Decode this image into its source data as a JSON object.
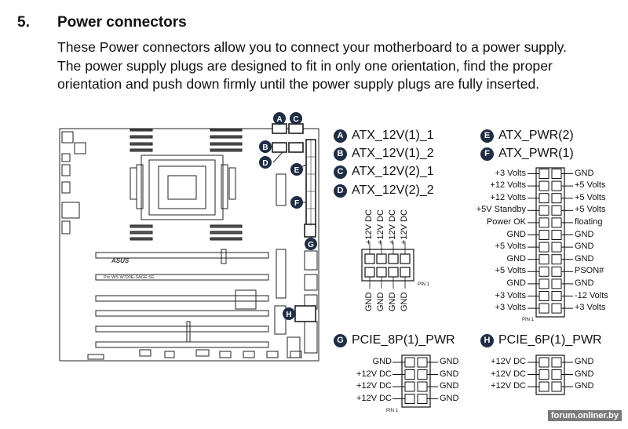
{
  "section": {
    "number": "5.",
    "title": "Power connectors",
    "paragraph": [
      "These Power connectors allow you to connect your motherboard to a power supply.",
      "The power supply plugs are designed to fit in only one orientation, find the proper",
      "orientation and push down firmly until the power supply plugs are fully inserted."
    ]
  },
  "board": {
    "brand": "ASUS",
    "model": "Pro WS W790E-SAGE SE",
    "callouts": [
      "A",
      "B",
      "C",
      "D",
      "E",
      "F",
      "G",
      "H"
    ]
  },
  "legend": [
    {
      "key": "A",
      "label": "ATX_12V(1)_1"
    },
    {
      "key": "B",
      "label": "ATX_12V(1)_2"
    },
    {
      "key": "C",
      "label": "ATX_12V(2)_1"
    },
    {
      "key": "D",
      "label": "ATX_12V(2)_2"
    },
    {
      "key": "E",
      "label": "ATX_PWR(2)"
    },
    {
      "key": "F",
      "label": "ATX_PWR(1)"
    }
  ],
  "atx12v": {
    "top_pins": [
      "+12V DC",
      "+12V DC",
      "+12V DC",
      "+12V DC"
    ],
    "bottom_pins": [
      "GND",
      "GND",
      "GND",
      "GND"
    ],
    "pin1": "PIN 1"
  },
  "atx_pwr": {
    "left": [
      "+3 Volts",
      "+12 Volts",
      "+12 Volts",
      "+5V Standby",
      "Power OK",
      "GND",
      "+5 Volts",
      "GND",
      "+5 Volts",
      "GND",
      "+3 Volts",
      "+3 Volts"
    ],
    "right": [
      "GND",
      "+5 Volts",
      "+5 Volts",
      "+5 Volts",
      "floating",
      "GND",
      "GND",
      "GND",
      "PSON#",
      "GND",
      "-12 Volts",
      "+3 Volts"
    ],
    "pin1": "PIN 1"
  },
  "pcie8": {
    "key": "G",
    "title": "PCIE_8P(1)_PWR",
    "left": [
      "GND",
      "+12V DC",
      "+12V DC",
      "+12V DC"
    ],
    "right": [
      "GND",
      "GND",
      "GND",
      "GND"
    ],
    "pin1": "PIN 1"
  },
  "pcie6": {
    "key": "H",
    "title": "PCIE_6P(1)_PWR",
    "left": [
      "+12V DC",
      "+12V DC",
      "+12V DC"
    ],
    "right": [
      "GND",
      "GND",
      "GND"
    ]
  },
  "watermark": "forum.onliner.by"
}
